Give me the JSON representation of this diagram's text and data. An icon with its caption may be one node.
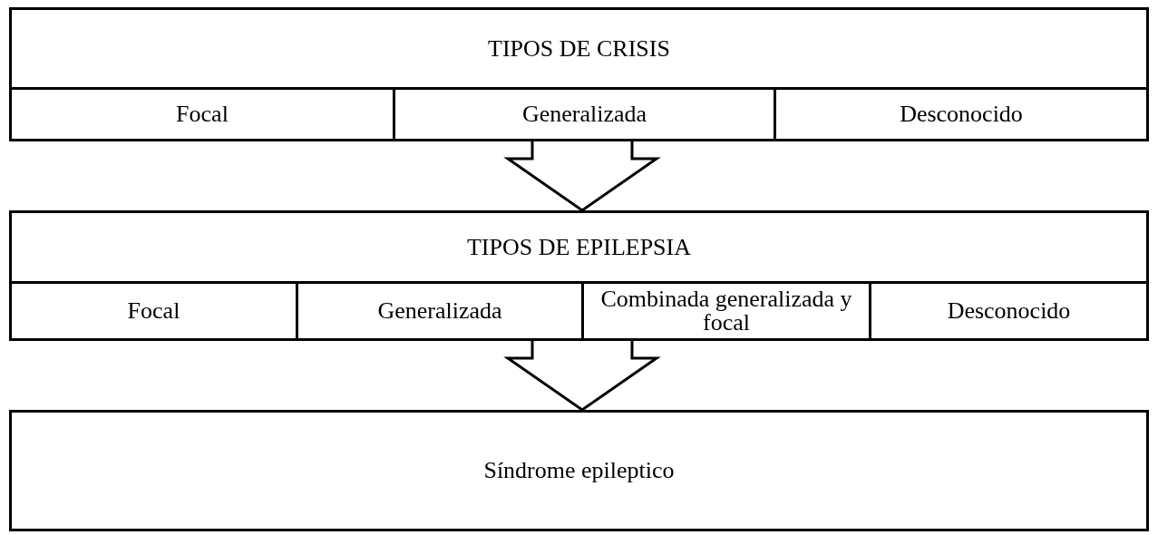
{
  "diagram": {
    "nodes": [
      {
        "text": [
          "TIPOS DE CRISIS"
        ]
      },
      {
        "text": [
          "Focal"
        ],
        "in": 0
      },
      {
        "text": [
          "Generalizada"
        ],
        "in": 0
      },
      {
        "text": [
          "Desconocido"
        ],
        "in": 0
      },
      {
        "text": [
          "TIPOS DE EPILEPSIA"
        ]
      },
      {
        "text": [
          "Focal"
        ],
        "in": 4
      },
      {
        "text": [
          "Generalizada"
        ],
        "in": 4
      },
      {
        "text": [
          "Combinada generalizada y focal"
        ],
        "in": 4
      },
      {
        "text": [
          "Desconocido"
        ],
        "in": 4
      },
      {
        "text": [
          "Síndrome epileptico"
        ]
      }
    ],
    "edges": [
      {
        "from": 0,
        "to": 4,
        "arrow": "to"
      },
      {
        "from": 4,
        "to": 9,
        "arrow": "to"
      }
    ]
  }
}
